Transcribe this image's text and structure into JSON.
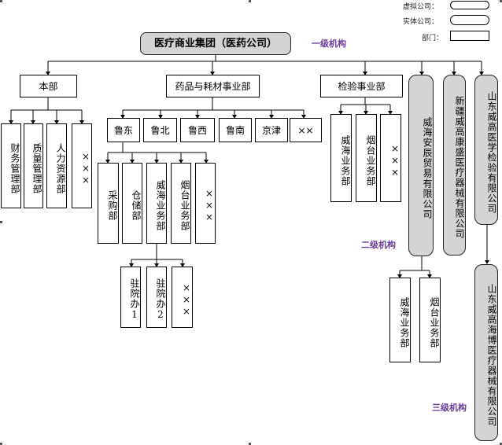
{
  "legend": {
    "virtual": "虚拟公司：",
    "entity": "实体公司：",
    "dept": "部门："
  },
  "levels": {
    "one": "一级机构",
    "two": "二级机构",
    "three": "三级机构"
  },
  "root": "医疗商业集团（医药公司）",
  "main_dept": "本部",
  "pharma_dept": "药品与耗材事业部",
  "inspect_dept": "检验事业部",
  "corp_weihai_anchen": "威海安辰贸易有限公司",
  "corp_xinjiang": "新疆威高康盛医疗器械有限公司",
  "corp_shandong_lab": "山东威高医学检验有限公司",
  "corp_haibo": "山东威高海博医疗器械有限公司",
  "hq_children": [
    "财务管理部",
    "质量管理部",
    "人力资源部",
    "×××"
  ],
  "regions": [
    "鲁东",
    "鲁北",
    "鲁西",
    "鲁南",
    "京津",
    "××"
  ],
  "ludong_children": [
    "采购部",
    "仓储部",
    "威海业务部",
    "烟台业务部",
    "×××"
  ],
  "weihai_offices": [
    "驻院办1",
    "驻院办2",
    "×××"
  ],
  "inspect_children": [
    "威海业务部",
    "烟台业务部",
    "×××"
  ],
  "anchen_children": [
    "威海业务部",
    "烟台业务部"
  ]
}
